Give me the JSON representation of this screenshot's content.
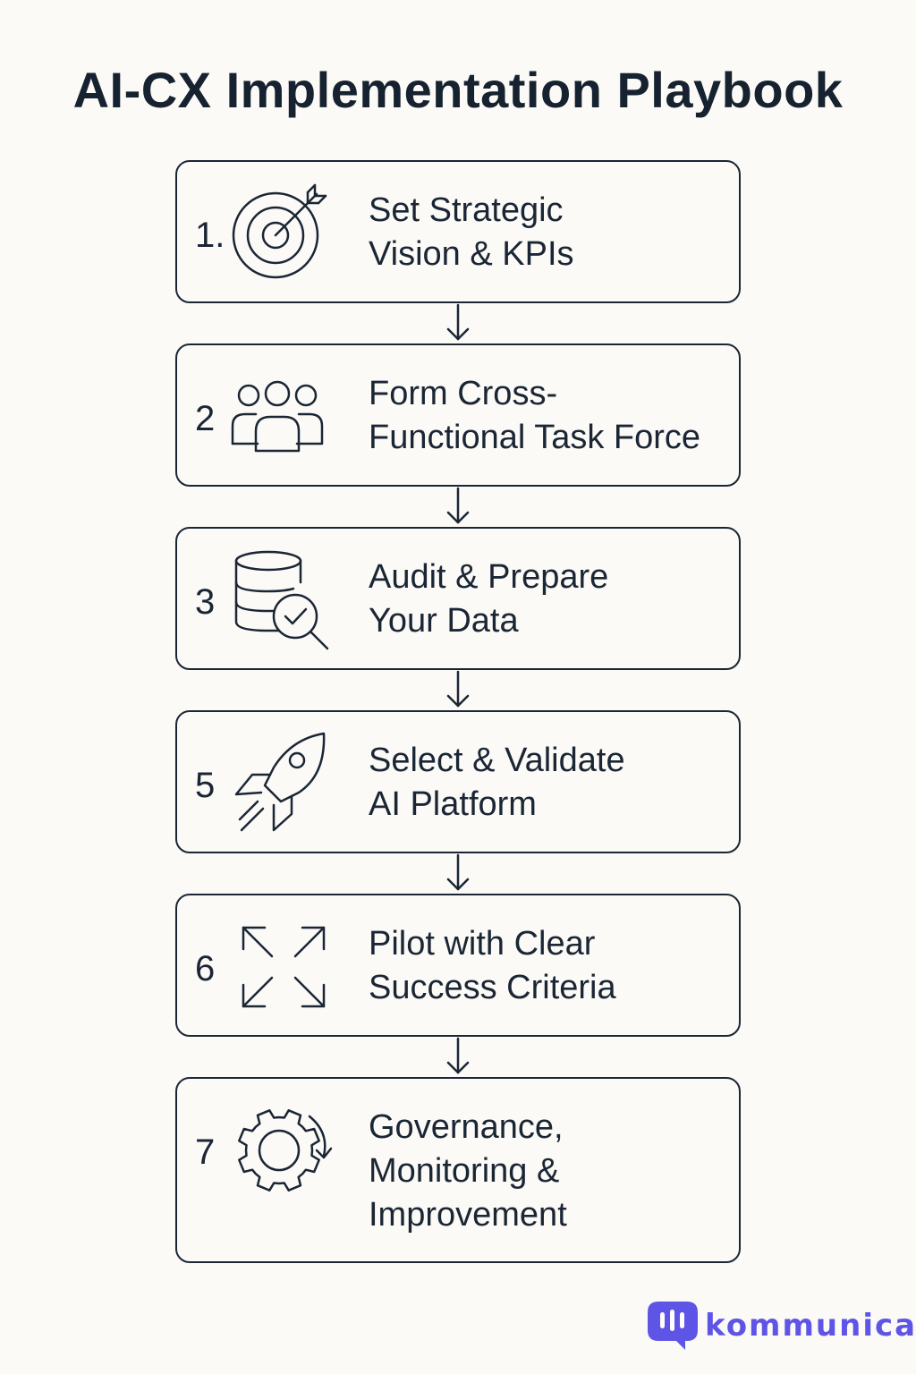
{
  "title": "AI-CX Implementation Playbook",
  "steps": [
    {
      "number": "1.",
      "icon": "target-icon",
      "label_lines": [
        "Set Strategic",
        "Vision & KPIs"
      ]
    },
    {
      "number": "2",
      "icon": "team-icon",
      "label_lines": [
        "Form Cross-",
        "Functional Task Force"
      ]
    },
    {
      "number": "3",
      "icon": "database-check-icon",
      "label_lines": [
        "Audit & Prepare",
        "Your Data"
      ]
    },
    {
      "number": "5",
      "icon": "rocket-icon",
      "label_lines": [
        "Select & Validate",
        "AI Platform"
      ]
    },
    {
      "number": "6",
      "icon": "expand-arrows-icon",
      "label_lines": [
        "Pilot with Clear",
        "Success Criteria"
      ]
    },
    {
      "number": "7",
      "icon": "gear-cycle-icon",
      "label_lines": [
        "Governance,",
        "Monitoring &",
        "Improvement"
      ]
    }
  ],
  "brand": {
    "name": "kommunicate",
    "icon": "chat-bubble-logo-icon",
    "color": "#5e55e6"
  },
  "colors": {
    "background": "#fbfaf6",
    "ink": "#1b2635"
  }
}
